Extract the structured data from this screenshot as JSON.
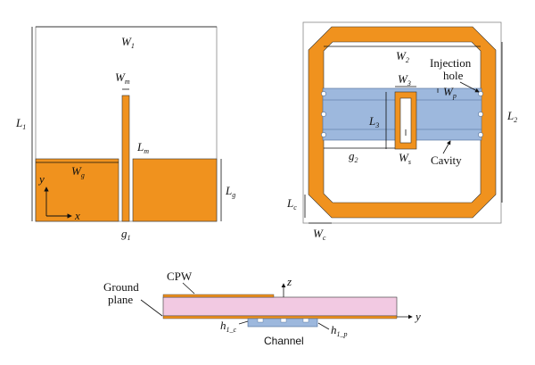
{
  "labels": {
    "W1": {
      "main": "W",
      "sub": "1"
    },
    "Wm": {
      "main": "W",
      "sub": "m"
    },
    "L1": {
      "main": "L",
      "sub": "1"
    },
    "Lm": {
      "main": "L",
      "sub": "m"
    },
    "Wg": {
      "main": "W",
      "sub": "g"
    },
    "Lg": {
      "main": "L",
      "sub": "g"
    },
    "g1": {
      "main": "g",
      "sub": "1"
    },
    "y": "y",
    "x": "x",
    "W2": {
      "main": "W",
      "sub": "2"
    },
    "W3": {
      "main": "W",
      "sub": "3"
    },
    "Wp": {
      "main": "W",
      "sub": "p"
    },
    "L2": {
      "main": "L",
      "sub": "2"
    },
    "L3": {
      "main": "L",
      "sub": "3"
    },
    "g2": {
      "main": "g",
      "sub": "2"
    },
    "Ws": {
      "main": "W",
      "sub": "s"
    },
    "Lc": {
      "main": "L",
      "sub": "c"
    },
    "Wc": {
      "main": "W",
      "sub": "c"
    },
    "injection_hole_line1": "Injection",
    "injection_hole_line2": "hole",
    "cavity": "Cavity",
    "cpw": "CPW",
    "ground_plane_line1": "Ground",
    "ground_plane_line2": "plane",
    "z": "z",
    "y_axis": "y",
    "h1c": {
      "main": "h",
      "sub": "1_c"
    },
    "h1p": {
      "main": "h",
      "sub": "1_p"
    },
    "channel": "Channel"
  },
  "colors": {
    "copper": "#F0921E",
    "fluid": "#9DB8DD",
    "substrate": "#F2C9E2",
    "outline": "#333333"
  }
}
